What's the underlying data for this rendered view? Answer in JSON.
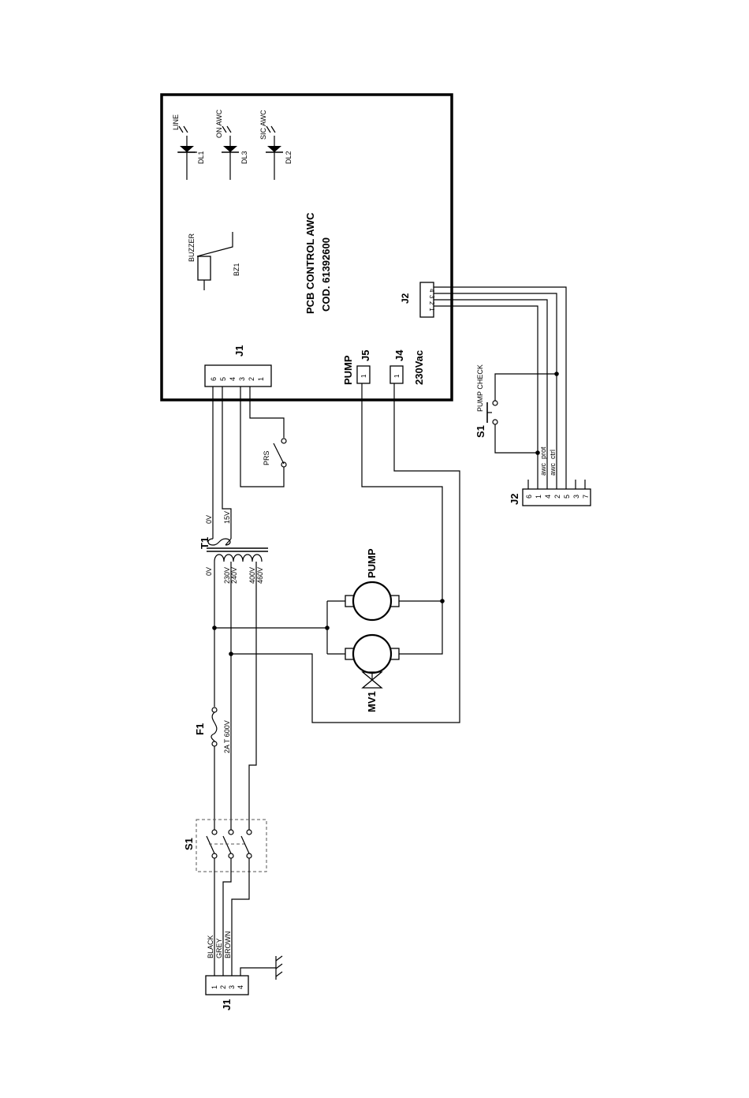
{
  "pcb": {
    "title": "PCB CONTROL AWC",
    "code": "COD. 61392600"
  },
  "leds": [
    {
      "ref": "DL1",
      "label": "LINE"
    },
    {
      "ref": "DL3",
      "label": "ON AWC"
    },
    {
      "ref": "DL2",
      "label": "SIC AWC"
    }
  ],
  "buzzer": {
    "label": "BUZZER",
    "ref": "BZ1"
  },
  "pcb_j1": {
    "ref": "J1",
    "pins": [
      "6",
      "5",
      "4",
      "3",
      "2",
      "1"
    ]
  },
  "pcb_j2": {
    "ref": "J2",
    "pins": [
      "4",
      "3",
      "2",
      "1"
    ]
  },
  "pcb_j5": {
    "ref": "J5",
    "name": "PUMP",
    "pin": "1"
  },
  "pcb_j4": {
    "ref": "J4",
    "voltage": "230Vac",
    "pin": "1"
  },
  "prs": {
    "label": "PRS"
  },
  "transformer": {
    "ref": "T1",
    "secondary": [
      "0V",
      "15V"
    ],
    "primary": [
      "0V",
      "230V",
      "240V",
      "400V",
      "460V"
    ]
  },
  "pump_motor": {
    "label": "PUMP"
  },
  "valve": {
    "ref": "MV1"
  },
  "fuse": {
    "ref": "F1",
    "rating": "2A T 600V"
  },
  "main_switch": {
    "ref": "S1"
  },
  "main_terminal": {
    "ref": "J1",
    "pins": [
      "1",
      "2",
      "3",
      "4"
    ],
    "wires": [
      "BLACK",
      "GREY",
      "BROWN"
    ]
  },
  "pump_check": {
    "ref": "S1",
    "label": "PUMP CHECK"
  },
  "ext_j2": {
    "ref": "J2",
    "pins": [
      "6",
      "1",
      "4",
      "2",
      "5",
      "3",
      "7"
    ],
    "wire_labels": [
      "awc_prot",
      "awc_ctrl"
    ]
  }
}
